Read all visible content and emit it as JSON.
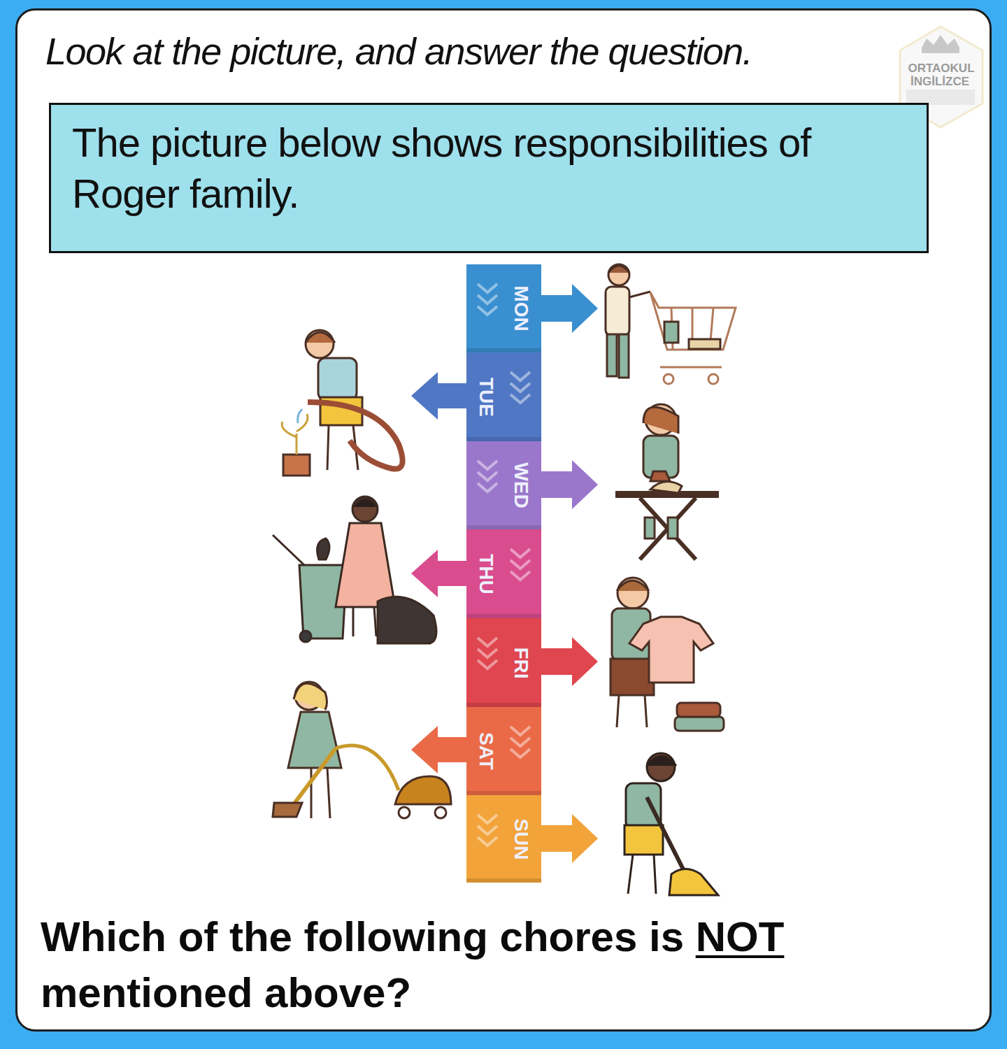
{
  "diagram": {
    "title": "Look at the picture, and answer the question.",
    "caption": "Which of the following chores is NOT mentioned above?",
    "nodes": [
      {
        "text": [
          "The picture below shows responsibilities of Roger family."
        ]
      },
      {
        "text": [
          "MON"
        ]
      },
      {
        "text": [
          "TUE"
        ]
      },
      {
        "text": [
          "WED"
        ]
      },
      {
        "text": [
          "THU"
        ]
      },
      {
        "text": [
          "FRI"
        ]
      },
      {
        "text": [
          "SAT"
        ]
      },
      {
        "text": [
          "SUN"
        ]
      }
    ],
    "labels": [
      "ORTAOKUL",
      "İNGİLİZCE"
    ]
  }
}
